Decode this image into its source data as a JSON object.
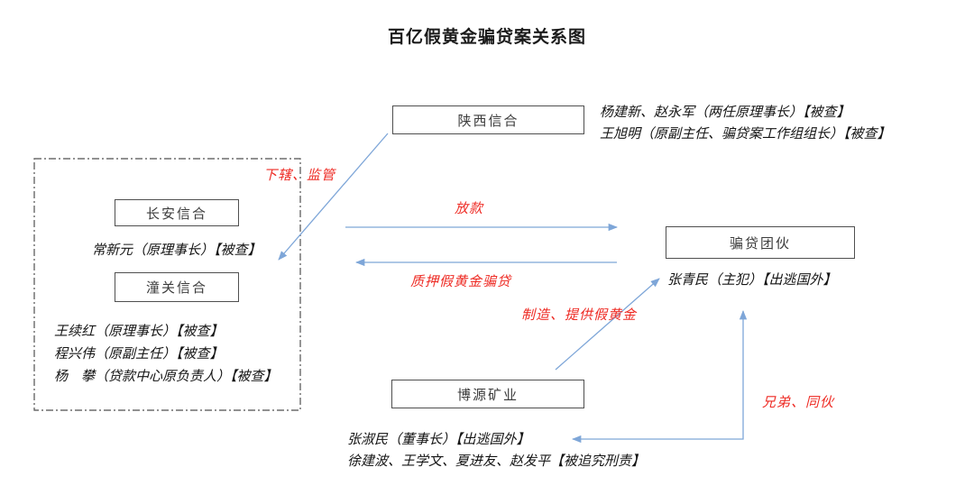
{
  "title": "百亿假黄金骗贷案关系图",
  "colors": {
    "arrow_blue": "#7ea6d8",
    "label_red": "#ee2b24",
    "border_gray": "#4f4f4f"
  },
  "nodes": {
    "shaanxi": {
      "label": "陕西信合"
    },
    "changan": {
      "label": "长安信合"
    },
    "tongguan": {
      "label": "潼关信合"
    },
    "piandai": {
      "label": "骗贷团伙"
    },
    "boyuan": {
      "label": "博源矿业"
    }
  },
  "annotations": {
    "shaanxi_people": [
      "杨建新、赵永军（两任原理事长）【被查】",
      "王旭明（原副主任、骗贷案工作组组长）【被查】"
    ],
    "changan_person": "常新元（原理事长）【被查】",
    "tongguan_people": [
      "王续红（原理事长）【被查】",
      "程兴伟（原副主任）【被查】",
      "杨　攀（贷款中心原负责人）【被查】"
    ],
    "piandai_person": "张青民（主犯）【出逃国外】",
    "boyuan_people": [
      "张淑民（董事长）【出逃国外】",
      "徐建波、王学文、夏进友、赵发平【被追究刑责】"
    ]
  },
  "edges": {
    "supervise": "下辖、监管",
    "loan": "放款",
    "pledge": "质押假黄金骗贷",
    "provide": "制造、提供假黄金",
    "brothers": "兄弟、同伙"
  }
}
